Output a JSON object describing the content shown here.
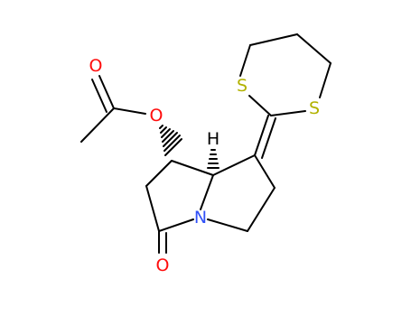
{
  "molecule": {
    "atoms": {
      "O_carbonyl_acetyl": "O",
      "O_ester": "O",
      "H_stereo": "H",
      "S_left": "S",
      "S_right": "S",
      "N_ring": "N",
      "O_lactam": "O"
    },
    "colors": {
      "bond": "#000000",
      "oxygen": "#ff0d0d",
      "sulfur": "#b2b200",
      "nitrogen": "#3050f8",
      "hydrogen": "#000000"
    }
  }
}
